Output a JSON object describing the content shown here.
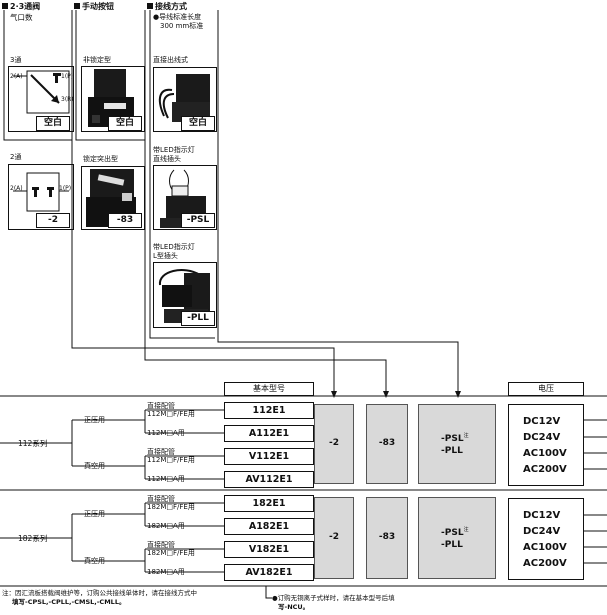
{
  "headers": {
    "valve": "2·3通阀",
    "valve_sub": "气口数",
    "button": "手动按钮",
    "wiring": "接线方式",
    "wiring_note": "●导线标准长度",
    "wiring_note2": "300 mm标准"
  },
  "valve_options": [
    {
      "title": "3通",
      "port1": "1(P)",
      "port2": "2(A)",
      "port3": "3(R)",
      "code": "空白"
    },
    {
      "title": "2通",
      "port1": "1(P)",
      "port2": "2(A)",
      "code": "-2"
    }
  ],
  "button_options": [
    {
      "title": "非锁定型",
      "code": "空白"
    },
    {
      "title": "锁定突出型",
      "code": "-83"
    }
  ],
  "wiring_options": [
    {
      "title": "直接出线式",
      "title2": "",
      "code": "空白"
    },
    {
      "title": "带LED指示灯",
      "title2": "直线插头",
      "code": "-PSL"
    },
    {
      "title": "带LED指示灯",
      "title2": "L型插头",
      "code": "-PLL"
    }
  ],
  "table": {
    "base_header": "基本型号",
    "voltage_header": "电压",
    "series": [
      {
        "name": "112系列",
        "groups": [
          {
            "name": "正压用",
            "rows": [
              {
                "piping_line1": "直接配管",
                "piping_line2": "112M□F/FE用",
                "model": "112E1"
              },
              {
                "piping_line1": "112M□A用",
                "piping_line2": "",
                "model": "A112E1"
              }
            ]
          },
          {
            "name": "真空用",
            "rows": [
              {
                "piping_line1": "直接配管",
                "piping_line2": "112M□F/FE用",
                "model": "V112E1"
              },
              {
                "piping_line1": "112M□A用",
                "piping_line2": "",
                "model": "AV112E1"
              }
            ]
          }
        ],
        "opt_valve": "-2",
        "opt_button": "-83",
        "opt_wiring1": "-PSL",
        "opt_wiring_mark": "注",
        "opt_wiring2": "-PLL",
        "voltages": [
          "DC12V",
          "DC24V",
          "AC100V",
          "AC200V"
        ]
      },
      {
        "name": "182系列",
        "groups": [
          {
            "name": "正压用",
            "rows": [
              {
                "piping_line1": "直接配管",
                "piping_line2": "182M□F/FE用",
                "model": "182E1"
              },
              {
                "piping_line1": "182M□A用",
                "piping_line2": "",
                "model": "A182E1"
              }
            ]
          },
          {
            "name": "真空用",
            "rows": [
              {
                "piping_line1": "直接配管",
                "piping_line2": "182M□F/FE用",
                "model": "V182E1"
              },
              {
                "piping_line1": "182M□A用",
                "piping_line2": "",
                "model": "AV182E1"
              }
            ]
          }
        ],
        "opt_valve": "-2",
        "opt_button": "-83",
        "opt_wiring1": "-PSL",
        "opt_wiring_mark": "注",
        "opt_wiring2": "-PLL",
        "voltages": [
          "DC12V",
          "DC24V",
          "AC100V",
          "AC200V"
        ]
      }
    ]
  },
  "footnotes": {
    "note1_line1": "注：因汇流板搭载阀维护等，订购公共接线单体时，请在接线方式中",
    "note1_line2": "填写-CPSL,-CPLL,-CMSL,-CMLL。",
    "note2_line1": "●订购无铜离子式样时，请在基本型号后填",
    "note2_line2": "写-NCU。"
  }
}
